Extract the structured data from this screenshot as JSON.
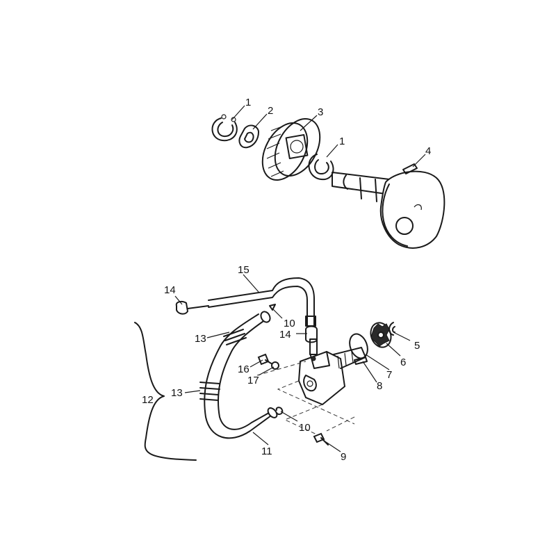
{
  "callouts": [
    {
      "id": "c1a",
      "text": "1"
    },
    {
      "id": "c2",
      "text": "2"
    },
    {
      "id": "c3",
      "text": "3"
    },
    {
      "id": "c1b",
      "text": "1"
    },
    {
      "id": "c4",
      "text": "4"
    },
    {
      "id": "c15",
      "text": "15"
    },
    {
      "id": "c14a",
      "text": "14"
    },
    {
      "id": "c10a",
      "text": "10"
    },
    {
      "id": "c13a",
      "text": "13"
    },
    {
      "id": "c14b",
      "text": "14"
    },
    {
      "id": "c5",
      "text": "5"
    },
    {
      "id": "c6",
      "text": "6"
    },
    {
      "id": "c16",
      "text": "16"
    },
    {
      "id": "c7",
      "text": "7"
    },
    {
      "id": "c17",
      "text": "17"
    },
    {
      "id": "c8",
      "text": "8"
    },
    {
      "id": "c12",
      "text": "12"
    },
    {
      "id": "c13b",
      "text": "13"
    },
    {
      "id": "c10b",
      "text": "10"
    },
    {
      "id": "c11",
      "text": "11"
    },
    {
      "id": "c9",
      "text": "9"
    }
  ]
}
